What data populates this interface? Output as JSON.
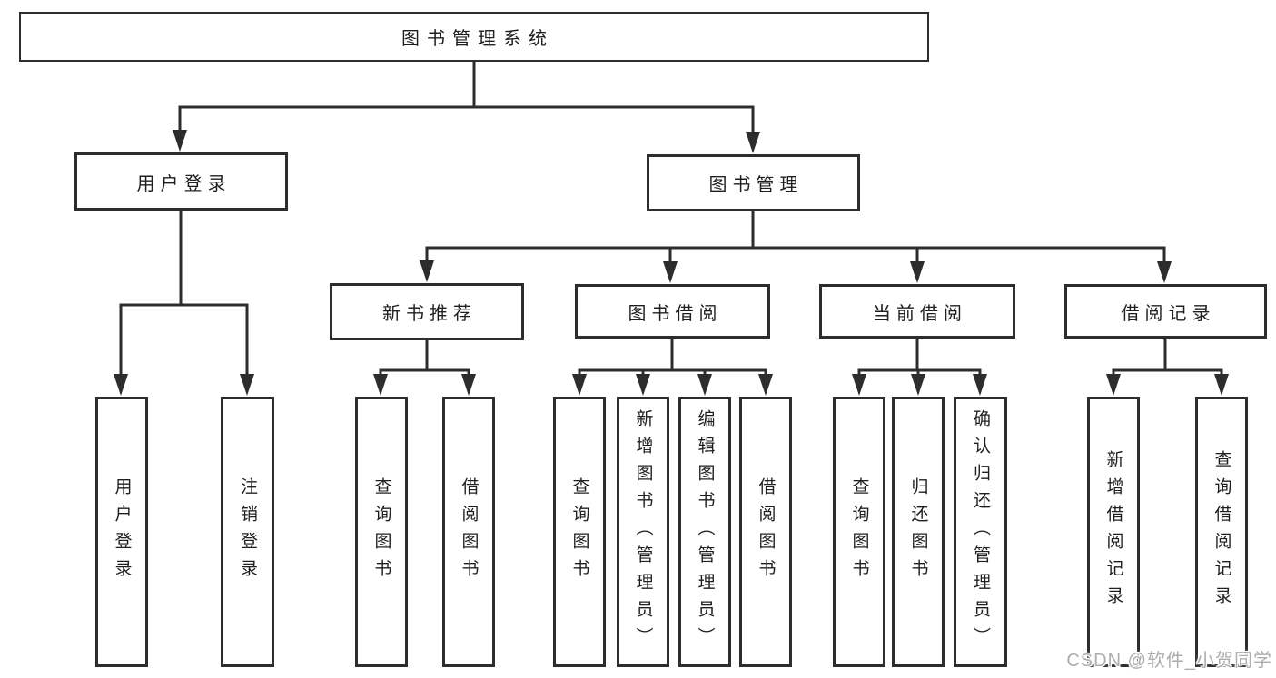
{
  "tree": {
    "label": "图书管理系统",
    "children": [
      {
        "label": "用户登录",
        "children": [
          {
            "label": "用户登录"
          },
          {
            "label": "注销登录"
          }
        ]
      },
      {
        "label": "图书管理",
        "children": [
          {
            "label": "新书推荐",
            "children": [
              {
                "label": "查询图书"
              },
              {
                "label": "借阅图书"
              }
            ]
          },
          {
            "label": "图书借阅",
            "children": [
              {
                "label": "查询图书"
              },
              {
                "label": "新增图书（管理员）"
              },
              {
                "label": "编辑图书（管理员）"
              },
              {
                "label": "借阅图书"
              }
            ]
          },
          {
            "label": "当前借阅",
            "children": [
              {
                "label": "查询图书"
              },
              {
                "label": "归还图书"
              },
              {
                "label": "确认归还（管理员）"
              }
            ]
          },
          {
            "label": "借阅记录",
            "children": [
              {
                "label": "新增借阅记录"
              },
              {
                "label": "查询借阅记录"
              }
            ]
          }
        ]
      }
    ]
  },
  "colors": {
    "line": "#2d2d2d",
    "text": "#1f1f1f",
    "watermark": "#adadad",
    "background": "#ffffff"
  },
  "watermark": "CSDN @软件_小贺同学"
}
